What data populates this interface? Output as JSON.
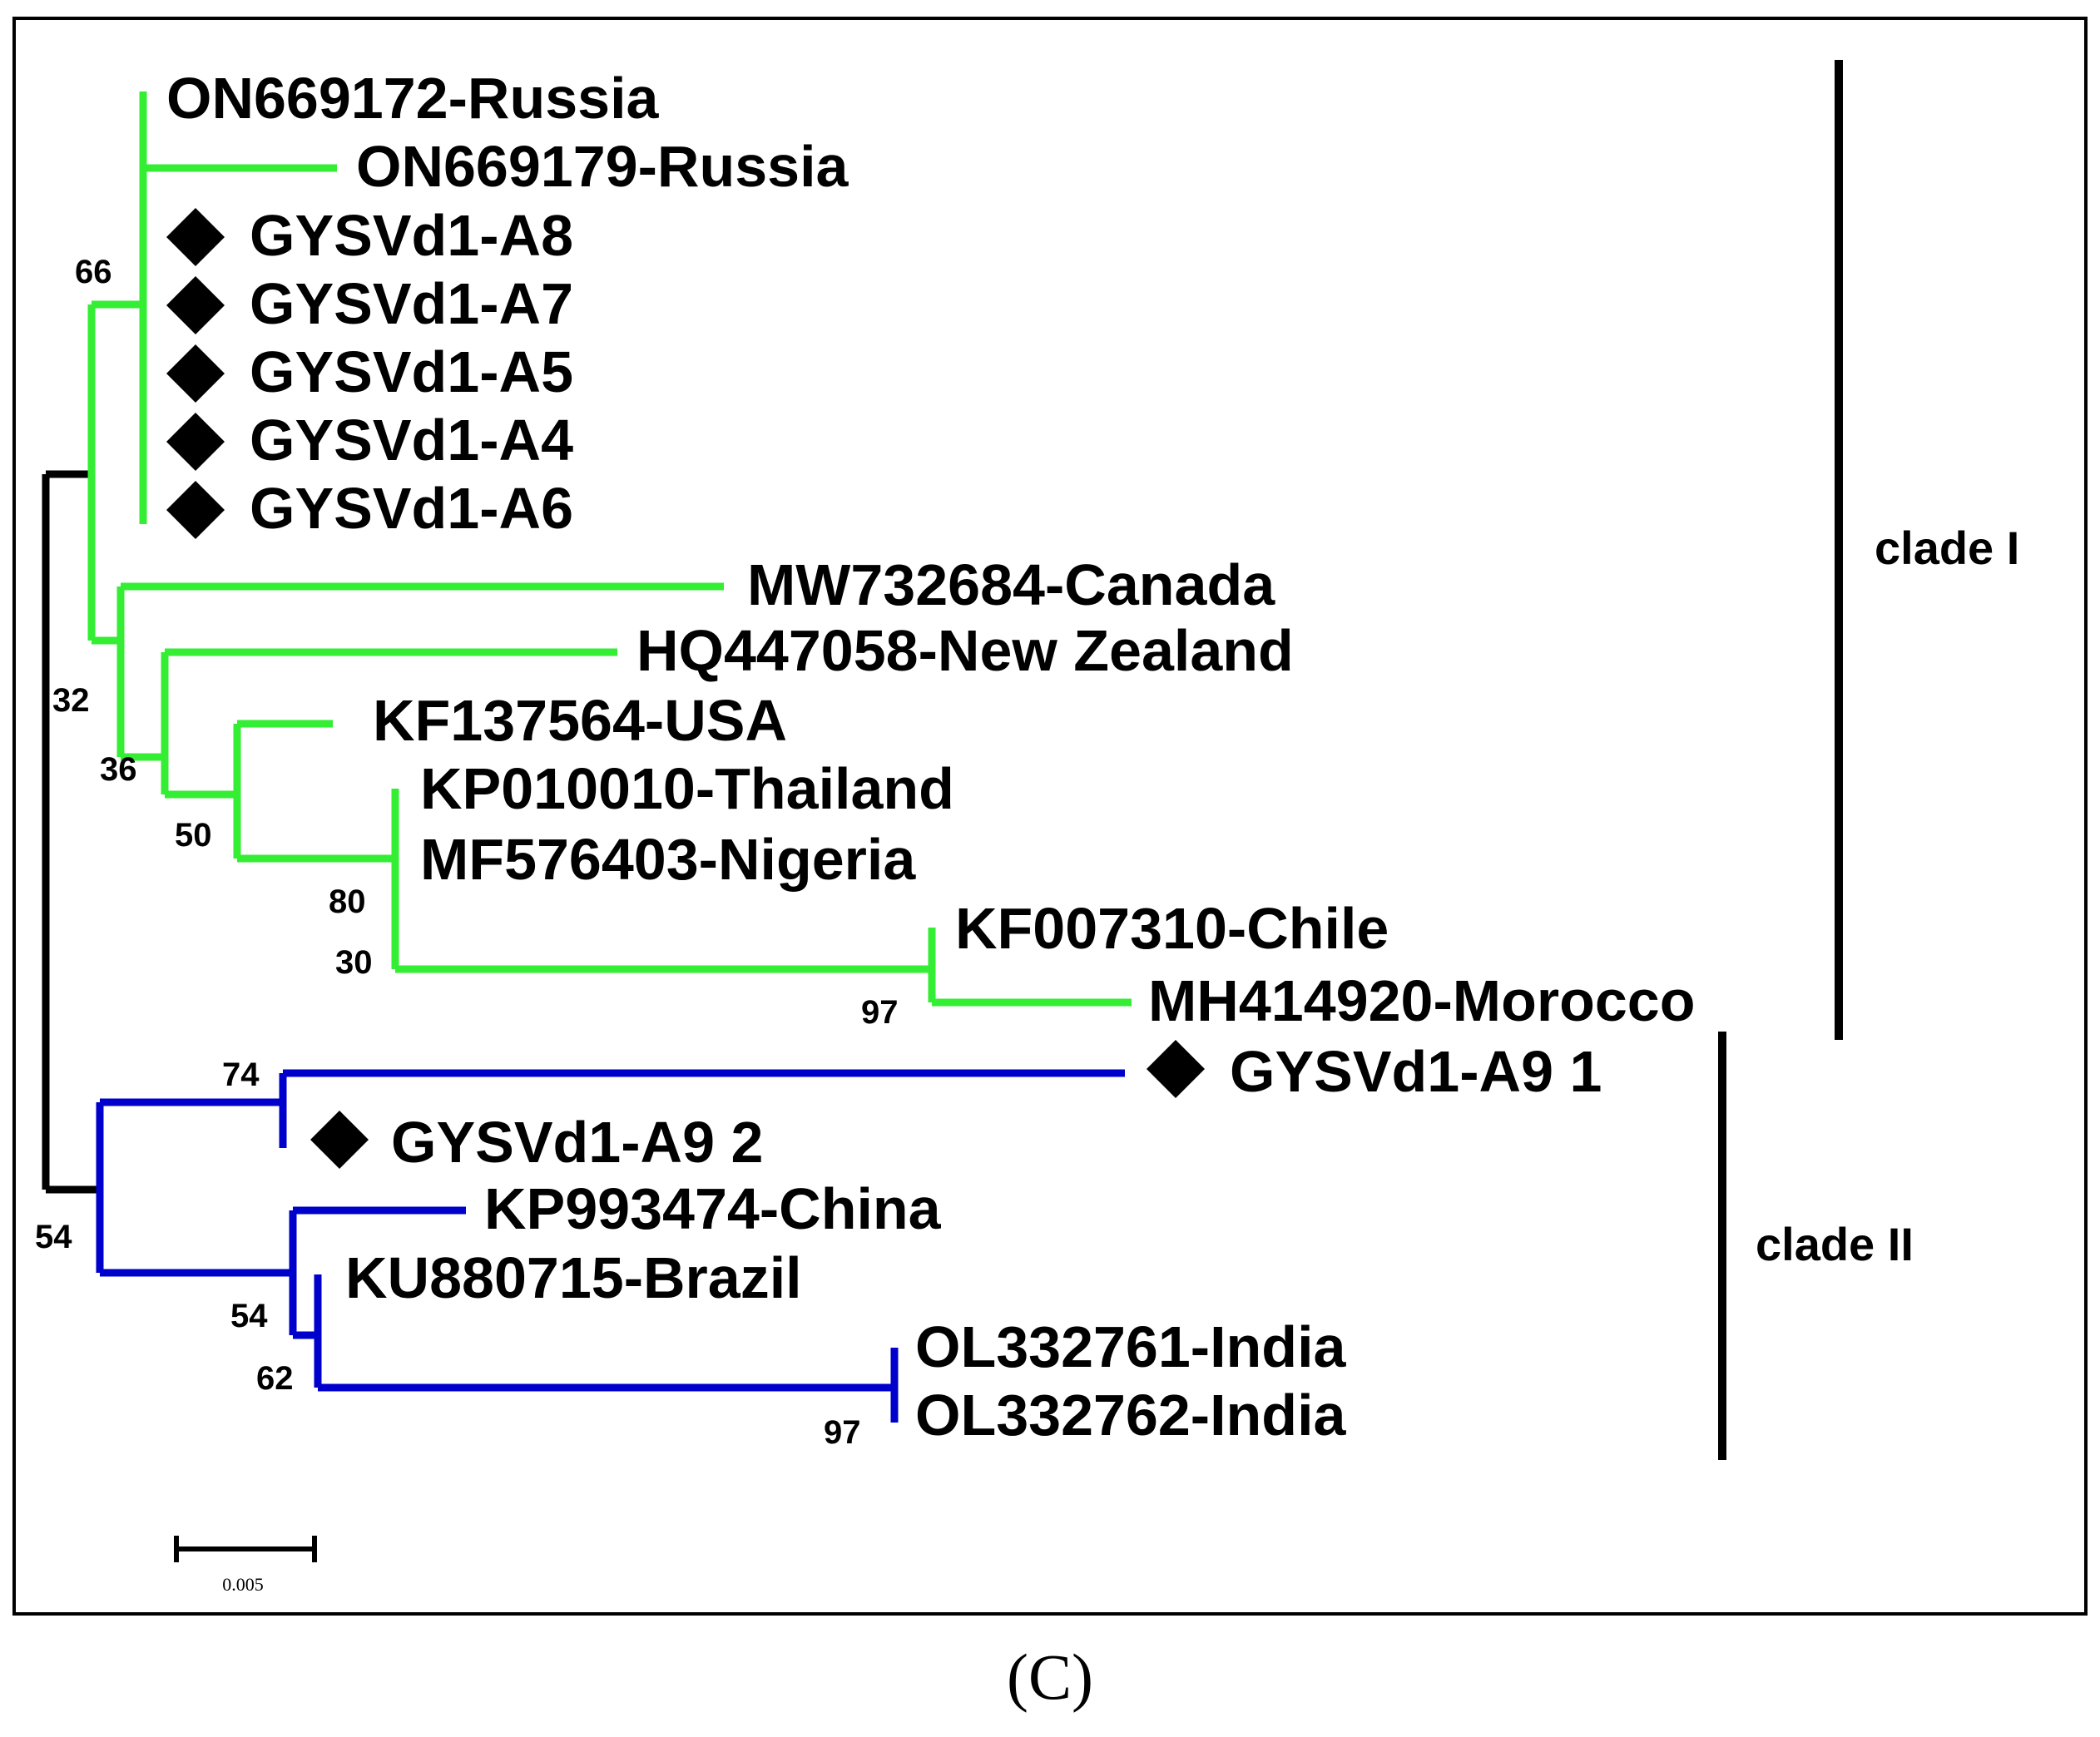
{
  "colors": {
    "clade_I": "#33ee33",
    "clade_II": "#0000cc",
    "root": "#000000"
  },
  "taxa": {
    "t1": "ON669172-Russia",
    "t2": "ON669179-Russia",
    "t3": "GYSVd1-A8",
    "t4": "GYSVd1-A7",
    "t5": "GYSVd1-A5",
    "t6": "GYSVd1-A4",
    "t7": "GYSVd1-A6",
    "t8": "MW732684-Canada",
    "t9": "HQ447058-New Zealand",
    "t10": "KF137564-USA",
    "t11": "KP010010-Thailand",
    "t12": "MF576403-Nigeria",
    "t13": "KF007310-Chile",
    "t14": "MH414920-Morocco",
    "t15": "GYSVd1-A9 1",
    "t16": "GYSVd1-A9 2",
    "t17": "KP993474-China",
    "t18": "KU880715-Brazil",
    "t19": "OL332761-India",
    "t20": "OL332762-India"
  },
  "bootstrap": {
    "b66": "66",
    "b32": "32",
    "b36": "36",
    "b50": "50",
    "b80": "80",
    "b30": "30",
    "b97a": "97",
    "b74": "74",
    "b54a": "54",
    "b54b": "54",
    "b62": "62",
    "b97b": "97"
  },
  "clades": {
    "clade1": "clade I",
    "clade2": "clade II"
  },
  "scale_bar": "0.005",
  "caption": "(C)"
}
